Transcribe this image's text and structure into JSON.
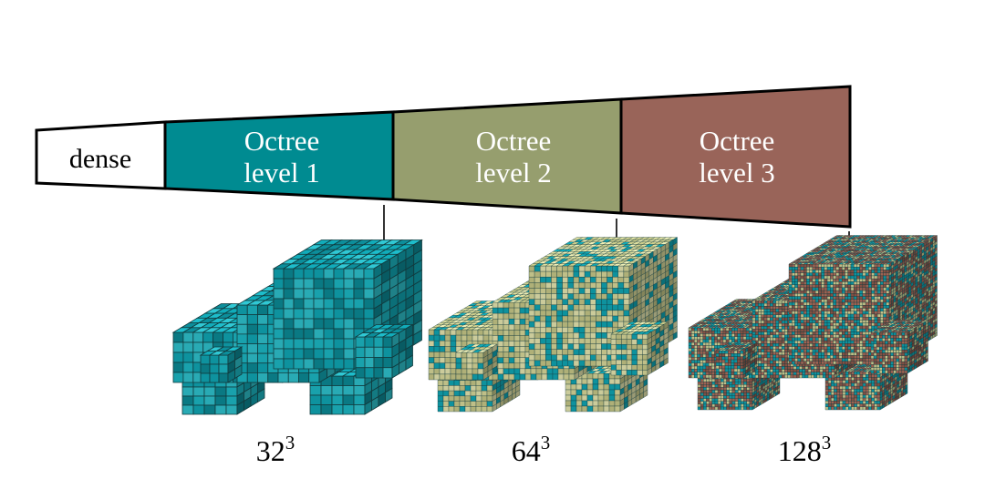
{
  "pipeline": {
    "stages": [
      {
        "id": "dense",
        "label_lines": [
          "dense"
        ],
        "fill": "#ffffff",
        "text_color": "#000000"
      },
      {
        "id": "level1",
        "label_lines": [
          "Octree",
          "level 1"
        ],
        "fill": "#008b91",
        "text_color": "#ffffff"
      },
      {
        "id": "level2",
        "label_lines": [
          "Octree",
          "level 2"
        ],
        "fill": "#969e6e",
        "text_color": "#ffffff"
      },
      {
        "id": "level3",
        "label_lines": [
          "Octree",
          "level 3"
        ],
        "fill": "#996459",
        "text_color": "#ffffff"
      }
    ]
  },
  "outputs": [
    {
      "id": "res32",
      "base": "32",
      "exponent": "3",
      "palette": [
        "#0f9aa6",
        "#1aa9b5",
        "#0b7f8a",
        "#2bb3bd"
      ]
    },
    {
      "id": "res64",
      "base": "64",
      "exponent": "3",
      "palette": [
        "#c9c98f",
        "#0f9aa6",
        "#b8b97e",
        "#d6d6a3"
      ]
    },
    {
      "id": "res128",
      "base": "128",
      "exponent": "3",
      "palette": [
        "#a56756",
        "#c9c98f",
        "#0f9aa6",
        "#8a5446"
      ]
    }
  ],
  "colors": {
    "outline": "#000000",
    "voxel_grid": "#123a3d"
  }
}
